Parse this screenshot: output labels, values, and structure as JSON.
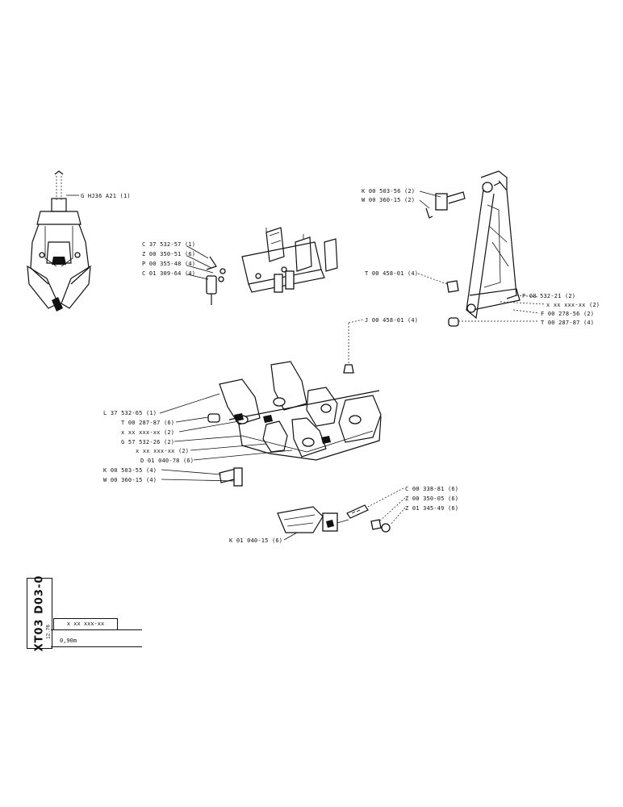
{
  "title_block": {
    "drawing_code": "XT03 D03-0",
    "reference": "12.76",
    "part_number": "x xx xxx-xx",
    "size": "0,90m"
  },
  "labels": {
    "grab": "G HJ36  A21 (1)",
    "c37": "C 37 532-57 (1)",
    "z00_1": "Z 00 350-51 (6)",
    "p00": "P 00 355-48 (4)",
    "c01": "C 01 309-64 (4)",
    "k00_top": "K 00 503-56 (2)",
    "w00_top": "W 00 360-15 (2)",
    "t00_458": "T 00 458-01 (4)",
    "j00_458": "J 00 458-01 (4)",
    "p08": "P 08 532-21 (2)",
    "xx_right": "x xx xxx-xx (2)",
    "f00": "F 00 278-56 (2)",
    "t00_right": "T 00 287-87 (4)",
    "l37": "L 37 532-65 (1)",
    "t00_left": "T 00 287-87 (6)",
    "xx_left1": "x xx xxx-xx (2)",
    "g57": "G 57 532-26 (2)",
    "xx_left2": "x xx xxx-xx (2)",
    "d01": "D 01 040-78 (6)",
    "k00_left": "K 00 503-55 (4)",
    "w00_left": "W 00 360-15 (4)",
    "c00": "C 00 338-81 (6)",
    "z00_2": "Z 00 350-05 (6)",
    "z01": "Z 01 345-49 (6)",
    "k01": "K 01 040-15 (6)"
  }
}
